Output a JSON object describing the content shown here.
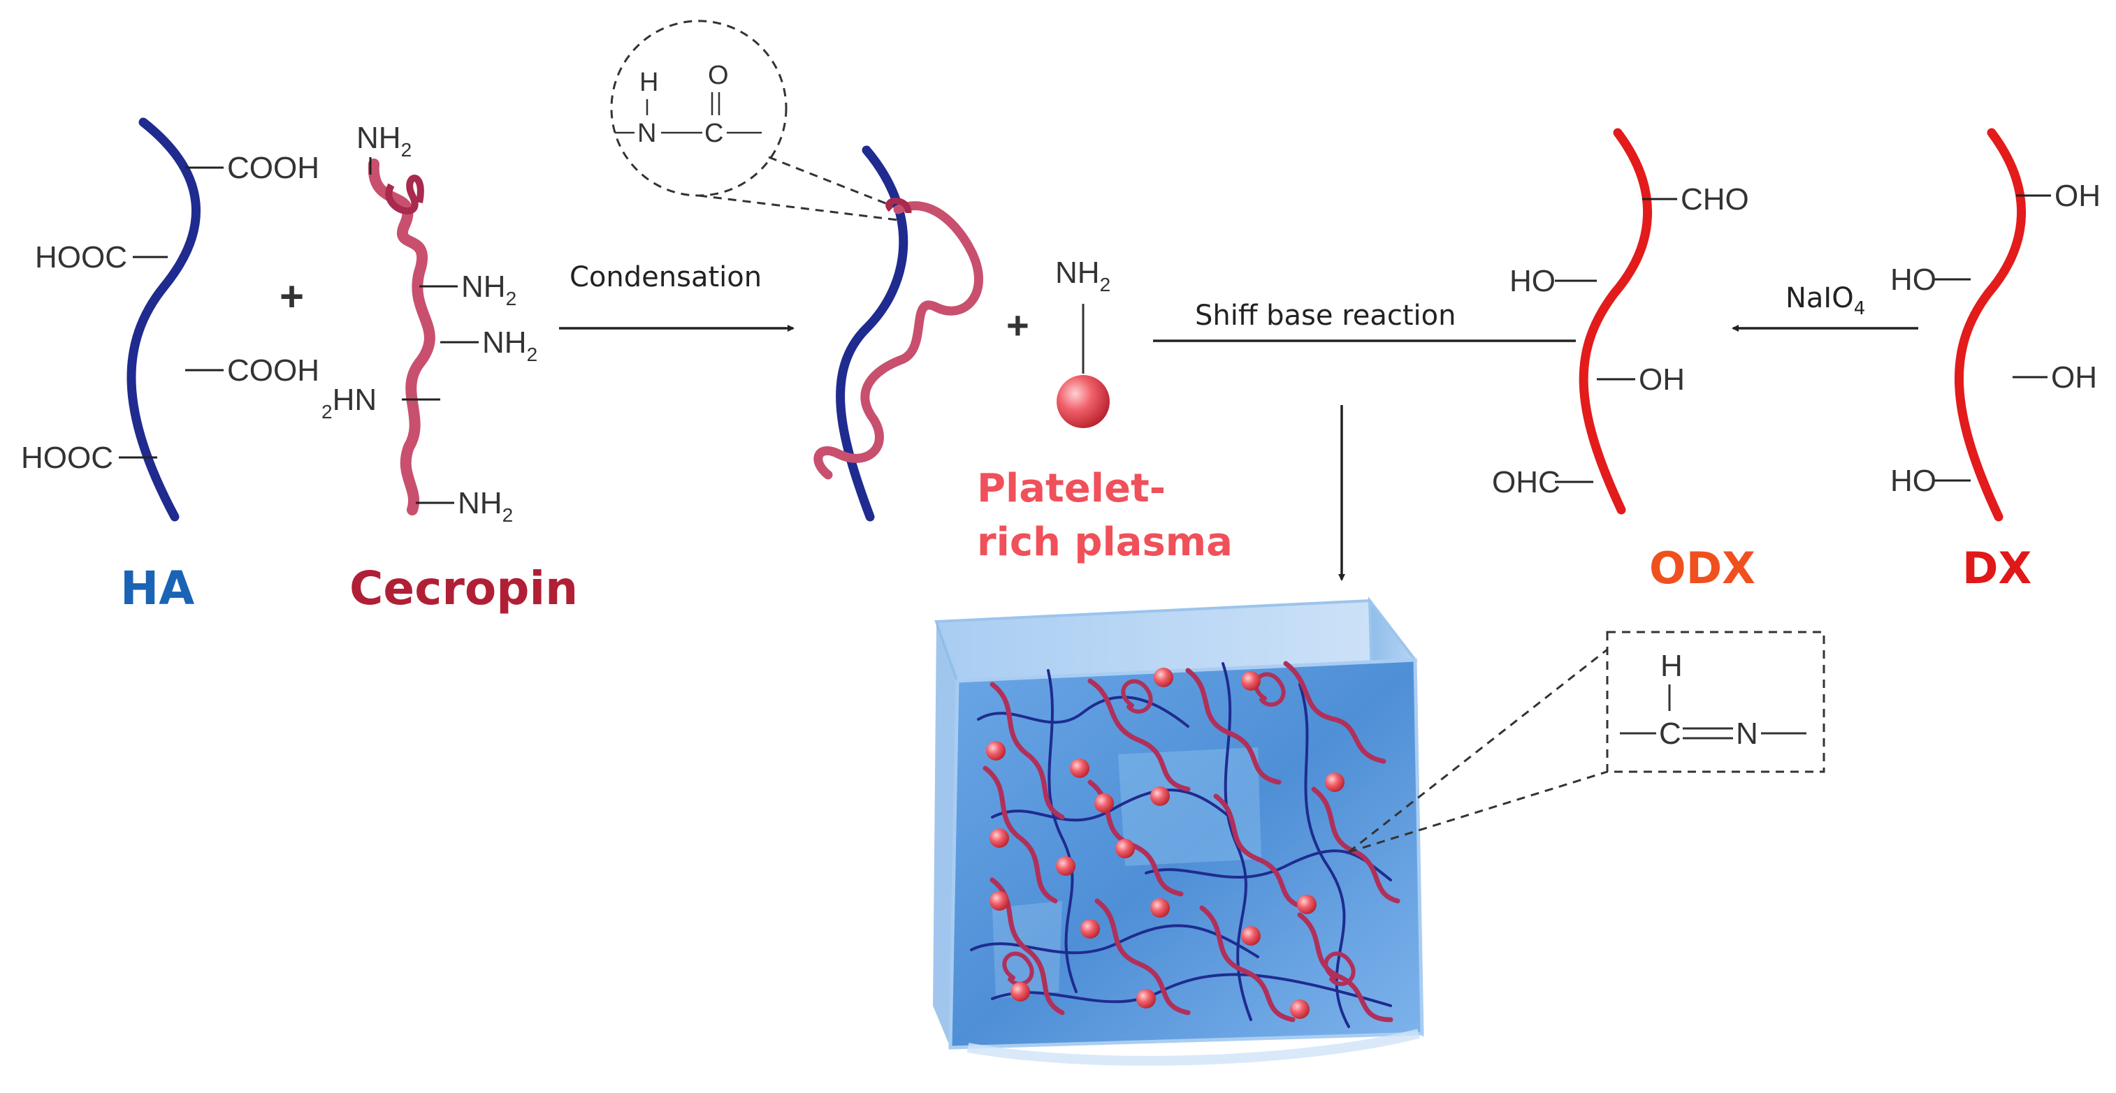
{
  "labels": {
    "ha": "HA",
    "cecropin": "Cecropin",
    "platelet_line1": "Platelet-",
    "platelet_line2": "rich plasma",
    "odx": "ODX",
    "dx": "DX"
  },
  "reactions": {
    "condensation": "Condensation",
    "shiff": "Shiff base reaction",
    "periodate": "NaIO",
    "periodate_sub": "4"
  },
  "groups": {
    "cooh": "COOH",
    "hooc": "HOOC",
    "nh": "NH",
    "sub2": "2",
    "hn": "HN",
    "cho": "CHO",
    "ohc": "OHC",
    "oh": "OH",
    "ho": "HO",
    "plus": "+"
  },
  "insets": {
    "amide_h": "H",
    "amide_o": "O",
    "amide_n": "N",
    "amide_c": "C",
    "imine_h": "H",
    "imine_c": "C",
    "imine_n": "N"
  },
  "colors": {
    "ha_blue": "#1f2b8f",
    "ha_label": "#1a63b5",
    "cecropin_red": "#b01f35",
    "cecropin_strand": "#c8506e",
    "platelet_label": "#f0505a",
    "odx_label": "#f0501e",
    "dx_label": "#e01818",
    "dextran_red": "#e31b1b",
    "gel_blue": "#4f8fd6"
  }
}
